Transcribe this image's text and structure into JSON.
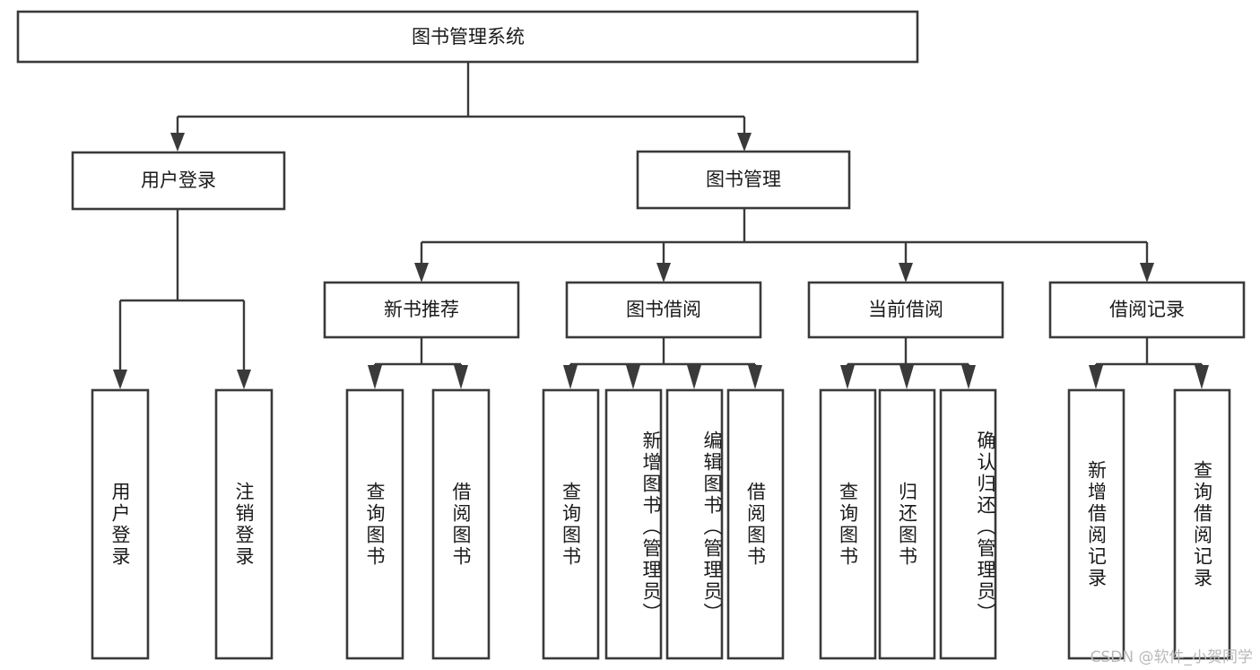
{
  "diagram": {
    "title": "图书管理系统",
    "type": "tree-hierarchy",
    "orientation": "top-down",
    "box_fill": "#ffffff",
    "box_stroke": "#3a3a3a",
    "text_color": "#1a1a1a",
    "background": "#ffffff",
    "root": {
      "id": "root",
      "label": "图书管理系统",
      "orientation": "horizontal"
    },
    "level1": [
      {
        "id": "user-login",
        "label": "用户登录",
        "orientation": "horizontal"
      },
      {
        "id": "book-manage",
        "label": "图书管理",
        "orientation": "horizontal"
      }
    ],
    "level2": [
      {
        "id": "new-book-recommend",
        "label": "新书推荐",
        "orientation": "horizontal",
        "parent": "book-manage"
      },
      {
        "id": "book-borrow",
        "label": "图书借阅",
        "orientation": "horizontal",
        "parent": "book-manage"
      },
      {
        "id": "current-borrow",
        "label": "当前借阅",
        "orientation": "horizontal",
        "parent": "book-manage"
      },
      {
        "id": "borrow-record",
        "label": "借阅记录",
        "orientation": "horizontal",
        "parent": "book-manage"
      }
    ],
    "leaves": [
      {
        "id": "leaf-user-login",
        "label": "用户登录",
        "orientation": "vertical",
        "parent": "user-login"
      },
      {
        "id": "leaf-logout-login",
        "label": "注销登录",
        "orientation": "vertical",
        "parent": "user-login"
      },
      {
        "id": "leaf-query-book-rec",
        "label": "查询图书",
        "orientation": "vertical",
        "parent": "new-book-recommend"
      },
      {
        "id": "leaf-borrow-book-rec",
        "label": "借阅图书",
        "orientation": "vertical",
        "parent": "new-book-recommend"
      },
      {
        "id": "leaf-query-book-bor",
        "label": "查询图书",
        "orientation": "vertical",
        "parent": "book-borrow"
      },
      {
        "id": "leaf-add-book-admin",
        "label": "新增图书（管理员）",
        "orientation": "vertical",
        "parent": "book-borrow"
      },
      {
        "id": "leaf-edit-book-admin",
        "label": "编辑图书（管理员）",
        "orientation": "vertical",
        "parent": "book-borrow"
      },
      {
        "id": "leaf-borrow-book-bor",
        "label": "借阅图书",
        "orientation": "vertical",
        "parent": "book-borrow"
      },
      {
        "id": "leaf-query-book-cur",
        "label": "查询图书",
        "orientation": "vertical",
        "parent": "current-borrow"
      },
      {
        "id": "leaf-return-book",
        "label": "归还图书",
        "orientation": "vertical",
        "parent": "current-borrow"
      },
      {
        "id": "leaf-confirm-return-admin",
        "label": "确认归还（管理员）",
        "orientation": "vertical",
        "parent": "current-borrow"
      },
      {
        "id": "leaf-add-borrow-record",
        "label": "新增借阅记录",
        "orientation": "vertical",
        "parent": "borrow-record"
      },
      {
        "id": "leaf-query-borrow-record",
        "label": "查询借阅记录",
        "orientation": "vertical",
        "parent": "borrow-record"
      }
    ]
  },
  "watermark": {
    "text": "CSDN @软件_小贺同学"
  }
}
